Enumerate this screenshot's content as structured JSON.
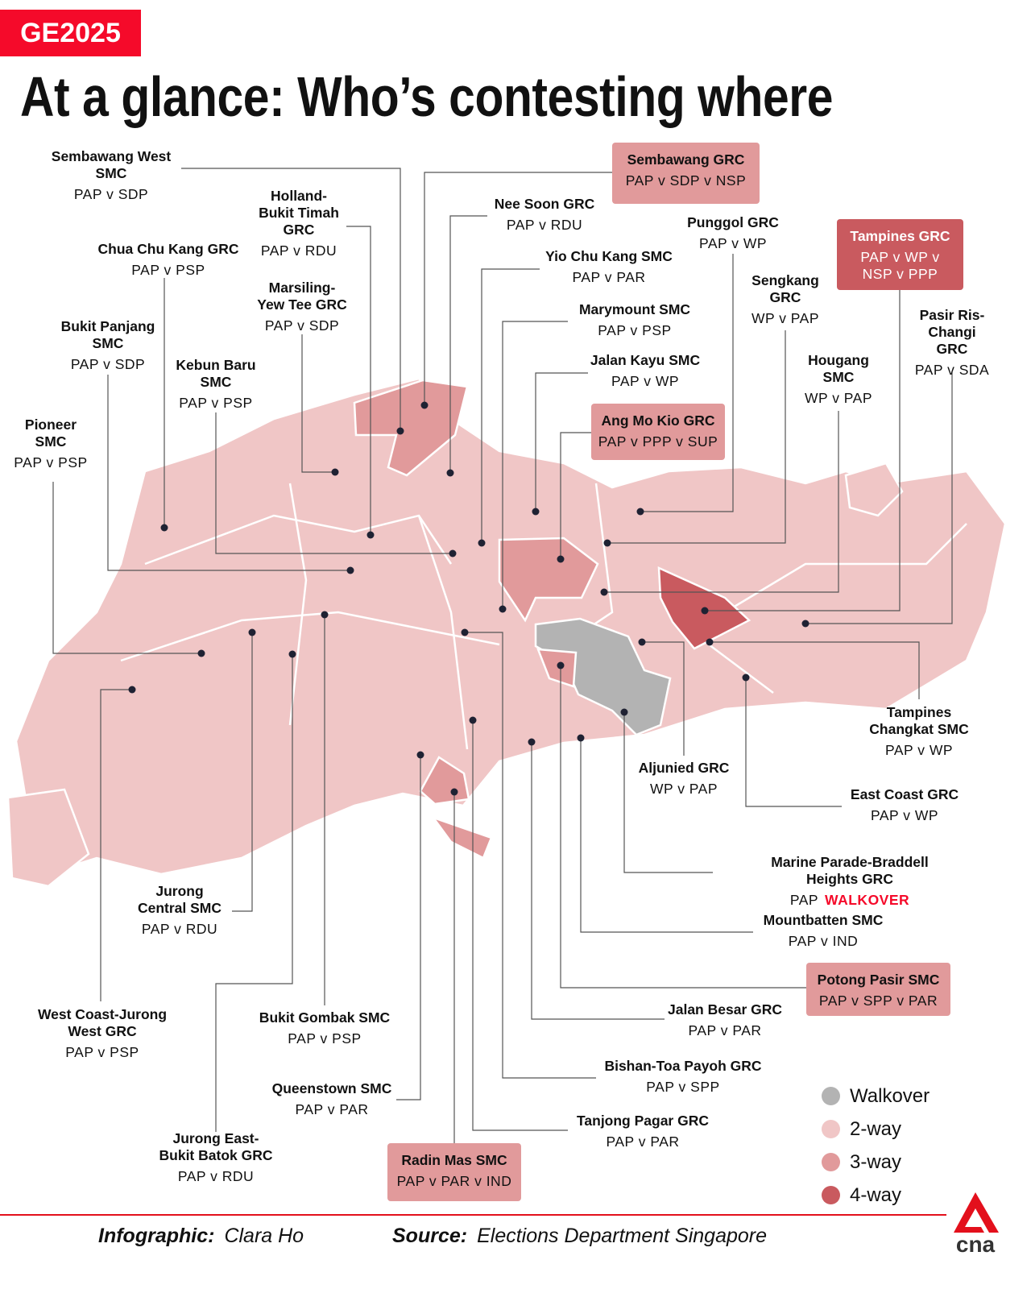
{
  "header": {
    "badge": "GE2025",
    "title": "At a glance: Who’s contesting where"
  },
  "colors": {
    "walkover": "#b3b3b3",
    "two_way": "#f0c6c6",
    "three_way": "#e19a9b",
    "four_way": "#c95a5f",
    "accent": "#f50a2a"
  },
  "constituencies": [
    {
      "name": "Sembawang West\nSMC",
      "contest": "PAP v SDP",
      "type": "2-way"
    },
    {
      "name": "Holland-\nBukit Timah\nGRC",
      "contest": "PAP v RDU",
      "type": "2-way"
    },
    {
      "name": "Chua Chu Kang GRC",
      "contest": "PAP v PSP",
      "type": "2-way"
    },
    {
      "name": "Marsiling-\nYew Tee GRC",
      "contest": "PAP v SDP",
      "type": "2-way"
    },
    {
      "name": "Bukit Panjang\nSMC",
      "contest": "PAP v SDP",
      "type": "2-way"
    },
    {
      "name": "Kebun Baru\nSMC",
      "contest": "PAP v PSP",
      "type": "2-way"
    },
    {
      "name": "Pioneer\nSMC",
      "contest": "PAP v PSP",
      "type": "2-way"
    },
    {
      "name": "Sembawang GRC",
      "contest": "PAP v SDP v NSP",
      "type": "3-way"
    },
    {
      "name": "Nee Soon GRC",
      "contest": "PAP v RDU",
      "type": "2-way"
    },
    {
      "name": "Punggol GRC",
      "contest": "PAP v WP",
      "type": "2-way"
    },
    {
      "name": "Tampines GRC",
      "contest": "PAP v WP v\nNSP v PPP",
      "type": "4-way"
    },
    {
      "name": "Yio Chu Kang SMC",
      "contest": "PAP v PAR",
      "type": "2-way"
    },
    {
      "name": "Sengkang\nGRC",
      "contest": "WP v PAP",
      "type": "2-way"
    },
    {
      "name": "Pasir Ris-\nChangi GRC",
      "contest": "PAP v SDA",
      "type": "2-way"
    },
    {
      "name": "Marymount SMC",
      "contest": "PAP v PSP",
      "type": "2-way"
    },
    {
      "name": "Hougang\nSMC",
      "contest": "WP v PAP",
      "type": "2-way"
    },
    {
      "name": "Jalan Kayu SMC",
      "contest": "PAP v WP",
      "type": "2-way"
    },
    {
      "name": "Ang Mo Kio GRC",
      "contest": "PAP v PPP v SUP",
      "type": "3-way"
    },
    {
      "name": "Tampines\nChangkat SMC",
      "contest": "PAP v WP",
      "type": "2-way"
    },
    {
      "name": "Aljunied GRC",
      "contest": "WP v PAP",
      "type": "2-way"
    },
    {
      "name": "East Coast GRC",
      "contest": "PAP v WP",
      "type": "2-way"
    },
    {
      "name": "Marine Parade-Braddell Heights GRC",
      "contest": "PAP",
      "walkover": "WALKOVER",
      "type": "walkover"
    },
    {
      "name": "Mountbatten SMC",
      "contest": "PAP v IND",
      "type": "2-way"
    },
    {
      "name": "Potong Pasir SMC",
      "contest": "PAP v SPP v PAR",
      "type": "3-way"
    },
    {
      "name": "Jalan Besar GRC",
      "contest": "PAP v PAR",
      "type": "2-way"
    },
    {
      "name": "Bishan-Toa Payoh GRC",
      "contest": "PAP v SPP",
      "type": "2-way"
    },
    {
      "name": "Tanjong Pagar GRC",
      "contest": "PAP v PAR",
      "type": "2-way"
    },
    {
      "name": "Radin Mas SMC",
      "contest": "PAP v PAR v IND",
      "type": "3-way"
    },
    {
      "name": "Queenstown SMC",
      "contest": "PAP v PAR",
      "type": "2-way"
    },
    {
      "name": "Jurong East-\nBukit Batok GRC",
      "contest": "PAP v RDU",
      "type": "2-way"
    },
    {
      "name": "Bukit Gombak SMC",
      "contest": "PAP v PSP",
      "type": "2-way"
    },
    {
      "name": "Jurong\nCentral SMC",
      "contest": "PAP v RDU",
      "type": "2-way"
    },
    {
      "name": "West Coast-Jurong\nWest GRC",
      "contest": "PAP v PSP",
      "type": "2-way"
    }
  ],
  "legend": [
    {
      "label": "Walkover",
      "type": "walkover"
    },
    {
      "label": "2-way",
      "type": "2-way"
    },
    {
      "label": "3-way",
      "type": "3-way"
    },
    {
      "label": "4-way",
      "type": "4-way"
    }
  ],
  "footer": {
    "credit_key": "Infographic:",
    "credit_value": "Clara Ho",
    "source_key": "Source:",
    "source_value": "Elections Department Singapore",
    "logo_text": "cna"
  }
}
